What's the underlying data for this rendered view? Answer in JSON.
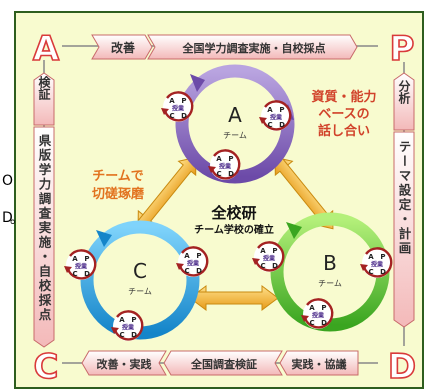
{
  "corners": {
    "a": "A",
    "p": "P",
    "c": "C",
    "d": "D"
  },
  "top_banner": {
    "improve": "改善",
    "survey": "全国学力調査実施・自校採点"
  },
  "bottom_banner": {
    "improve_practice": "改善・実践",
    "survey_review": "全国調査検証",
    "practice_discussion": "実践・協議"
  },
  "left_banner": "検証",
  "left_vertical": "県版学力調査実施・自校採点",
  "right_banner": "分析",
  "right_vertical": "テーマ設定・計画",
  "center": {
    "title": "全校研",
    "subtitle": "チーム学校の確立"
  },
  "teams": {
    "a": "A",
    "b": "B",
    "c": "C",
    "sub": "チーム"
  },
  "left_message": [
    "チームで",
    "切磋琢磨"
  ],
  "right_message": [
    "資質・能力",
    "ベースの",
    "話し合い"
  ],
  "mini_cycle": {
    "a": "A",
    "p": "P",
    "c": "C",
    "d": "D",
    "core": "授業"
  },
  "stray_left": [
    "O",
    "D",
    "。"
  ],
  "colors": {
    "panel_bg": "#f8fbcf",
    "border": "#2e5e1e",
    "corner_red": "#d93a3a",
    "banner_pink": "#f7c9c9",
    "team_a": "#8b6bbf",
    "team_b": "#6ccf3a",
    "team_c": "#2aa7e6",
    "arrow_gold": "#f2b530",
    "mini_red": "#a42222",
    "message_orange": "#e2731f",
    "message_red": "#d1422a"
  }
}
